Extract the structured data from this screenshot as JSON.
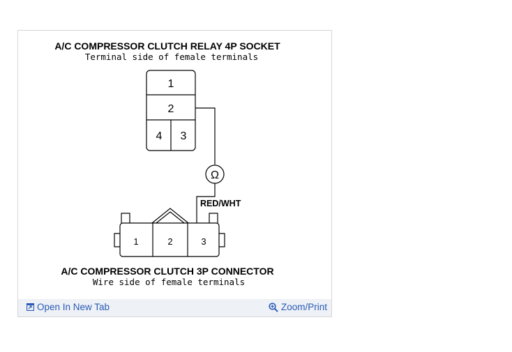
{
  "relay_socket": {
    "title": "A/C COMPRESSOR CLUTCH RELAY 4P SOCKET",
    "subtitle": "Terminal side of female terminals",
    "terminals": [
      "1",
      "2",
      "4",
      "3"
    ]
  },
  "connector": {
    "title": "A/C COMPRESSOR CLUTCH 3P CONNECTOR",
    "subtitle": "Wire side of female terminals",
    "terminals": [
      "1",
      "2",
      "3"
    ]
  },
  "meter": {
    "symbol": "Ω"
  },
  "wire": {
    "label": "RED/WHT"
  },
  "toolbar": {
    "open_label": "Open In New Tab",
    "zoom_label": "Zoom/Print"
  },
  "colors": {
    "link": "#2a5bb8",
    "toolbar_bg": "#eef1f5",
    "border": "#d6d6d6"
  }
}
